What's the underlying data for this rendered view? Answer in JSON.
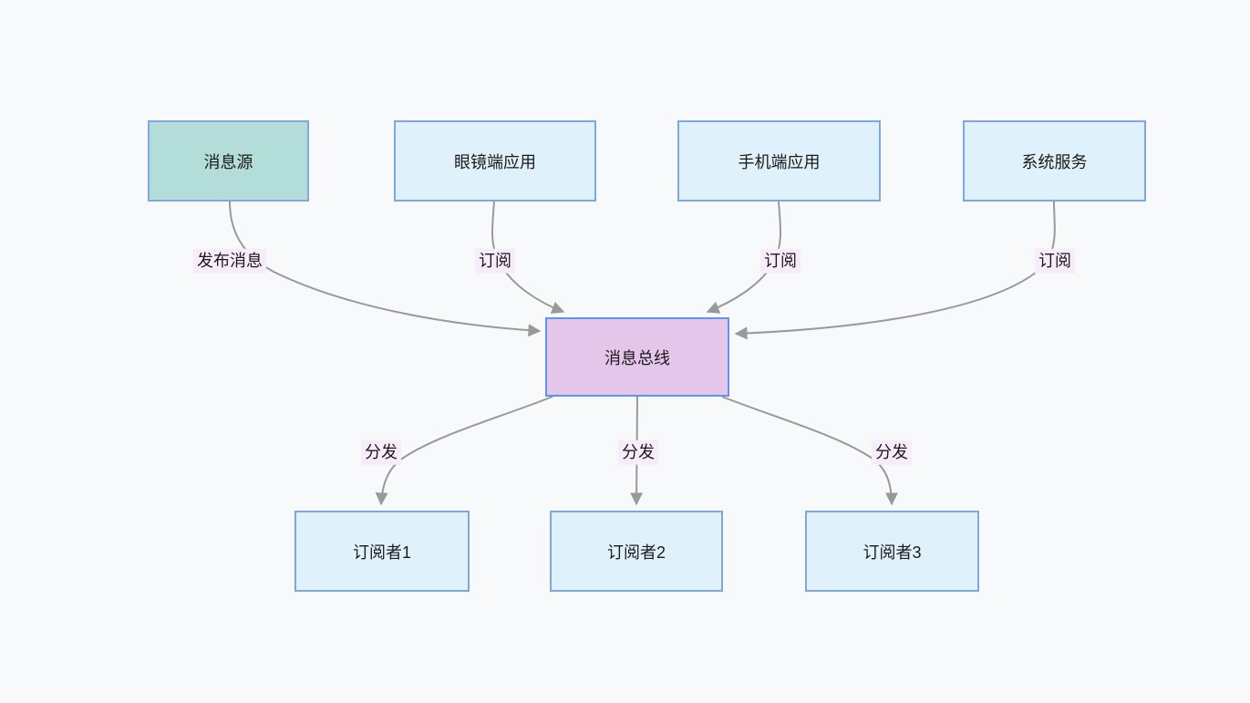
{
  "colors": {
    "bg": "#f8f9fb",
    "node-fill": "#dff2fc",
    "node-border": "#7fa8e3",
    "source-fill": "#b2ddd8",
    "bus-fill": "#e3c6e9",
    "bus-border": "#6292f0",
    "edge": "#999999",
    "edge-label-bg": "#f7ecfa",
    "text": "#1a1a1a"
  },
  "nodes": {
    "source": {
      "label": "消息源"
    },
    "glasses": {
      "label": "眼镜端应用"
    },
    "phone": {
      "label": "手机端应用"
    },
    "system": {
      "label": "系统服务"
    },
    "bus": {
      "label": "消息总线"
    },
    "sub1": {
      "label": "订阅者1"
    },
    "sub2": {
      "label": "订阅者2"
    },
    "sub3": {
      "label": "订阅者3"
    }
  },
  "edges": [
    {
      "from": "消息源",
      "to": "消息总线",
      "label": "发布消息"
    },
    {
      "from": "眼镜端应用",
      "to": "消息总线",
      "label": "订阅"
    },
    {
      "from": "手机端应用",
      "to": "消息总线",
      "label": "订阅"
    },
    {
      "from": "系统服务",
      "to": "消息总线",
      "label": "订阅"
    },
    {
      "from": "消息总线",
      "to": "订阅者1",
      "label": "分发"
    },
    {
      "from": "消息总线",
      "to": "订阅者2",
      "label": "分发"
    },
    {
      "from": "消息总线",
      "to": "订阅者3",
      "label": "分发"
    }
  ]
}
